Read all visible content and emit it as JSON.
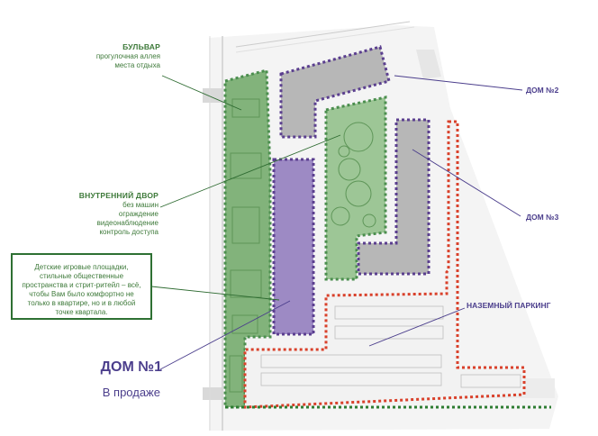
{
  "labels": {
    "boulevard": {
      "title": "БУЛЬВАР",
      "lines": [
        "прогулочная аллея",
        "места отдыха"
      ]
    },
    "yard": {
      "title": "ВНУТРЕННИЙ ДВОР",
      "lines": [
        "без машин",
        "ограждение",
        "видеонаблюдение",
        "контроль доступа"
      ]
    },
    "info_box": {
      "text": "Детские игровые площадки, стильные общественные пространства и стрит-ритейл – всё, чтобы Вам было комфортно не только в квартире, но и в любой точке квартала."
    },
    "house1": {
      "title": "ДОМ №1",
      "status": "В продаже"
    },
    "house2": "ДОМ №2",
    "house3": "ДОМ №3",
    "parking": "НАЗЕМНЫЙ ПАРКИНГ"
  },
  "colors": {
    "green_zone": "#5f9c5a",
    "green_outline": "#2e7d32",
    "purple_outline": "#5b3f8f",
    "purple_fill": "#9d8ac4",
    "gray_building": "#b7b7b7",
    "red_outline": "#d9412b",
    "text_green": "#3e7a3a",
    "text_purple": "#4b3e8c"
  }
}
